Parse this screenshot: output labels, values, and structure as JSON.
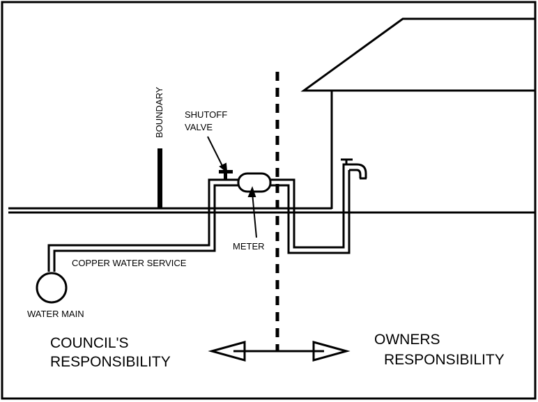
{
  "labels": {
    "boundary": "BOUNDARY",
    "shutoff_line1": "SHUTOFF",
    "shutoff_line2": "VALVE",
    "meter": "METER",
    "copper_water_service": "COPPER WATER SERVICE",
    "water_main": "WATER MAIN",
    "council_line1": "COUNCIL'S",
    "council_line2": "RESPONSIBILITY",
    "owners_line1": "OWNERS",
    "owners_line2": "RESPONSIBILITY"
  }
}
